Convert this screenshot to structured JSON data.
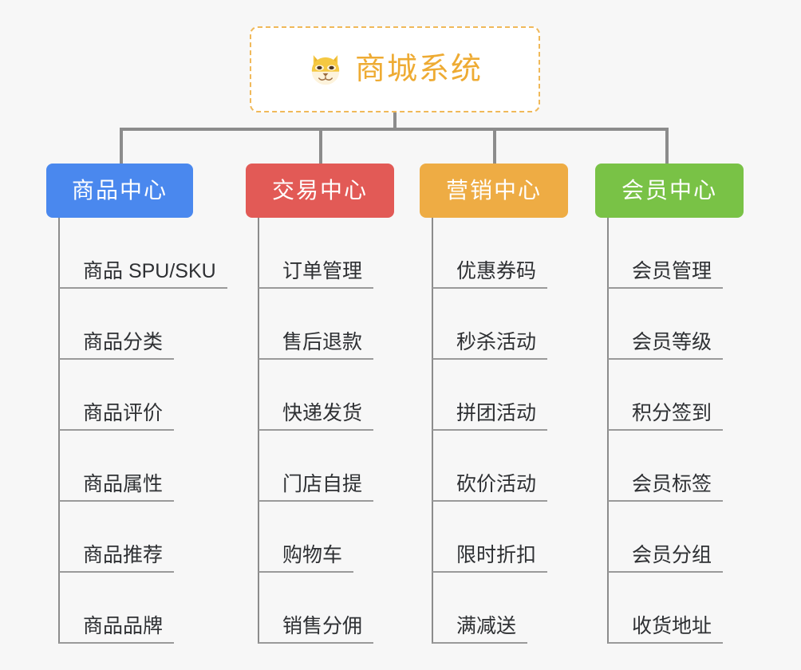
{
  "root": {
    "title": "商城系统",
    "icon": "shiba-dog-icon",
    "border_color": "#f0b95a",
    "text_color": "#eeab33"
  },
  "branches": [
    {
      "label": "商品中心",
      "color": "#4a88ee",
      "items": [
        "商品 SPU/SKU",
        "商品分类",
        "商品评价",
        "商品属性",
        "商品推荐",
        "商品品牌"
      ]
    },
    {
      "label": "交易中心",
      "color": "#e25a56",
      "items": [
        "订单管理",
        "售后退款",
        "快递发货",
        "门店自提",
        "购物车",
        "销售分佣"
      ]
    },
    {
      "label": "营销中心",
      "color": "#eeac44",
      "items": [
        "优惠券码",
        "秒杀活动",
        "拼团活动",
        "砍价活动",
        "限时折扣",
        "满减送"
      ]
    },
    {
      "label": "会员中心",
      "color": "#79c246",
      "items": [
        "会员管理",
        "会员等级",
        "积分签到",
        "会员标签",
        "会员分组",
        "收货地址"
      ]
    }
  ],
  "canvas": {
    "background": "#f7f7f7",
    "connector_color": "#8c8c8c",
    "leaf_underline_color": "#9a9a9a",
    "leaf_text_color": "#2e3033"
  }
}
